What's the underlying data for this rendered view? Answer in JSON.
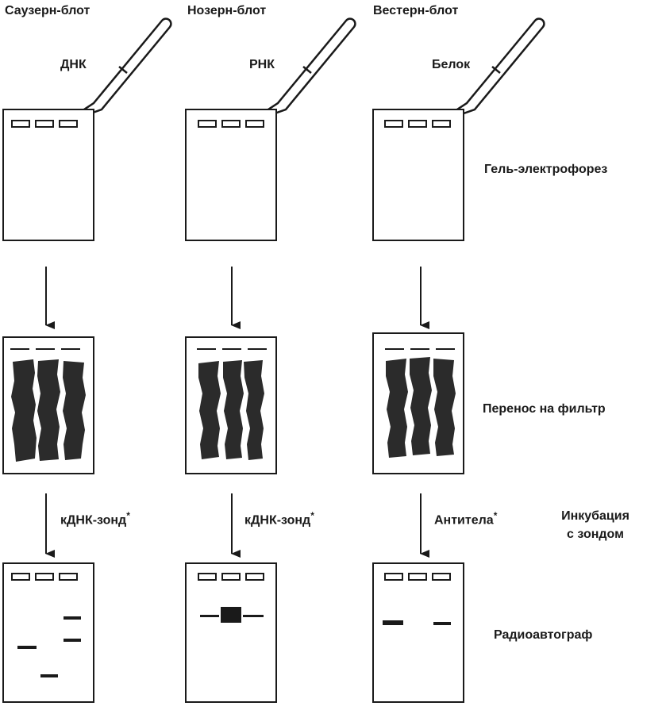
{
  "columns": [
    {
      "method": "Саузерн-блот",
      "sample": "ДНК",
      "probe": "кДНК-зонд"
    },
    {
      "method": "Нозерн-блот",
      "sample": "РНК",
      "probe": "кДНК-зонд"
    },
    {
      "method": "Вестерн-блот",
      "sample": "Белок",
      "probe": "Антитела"
    }
  ],
  "probe_mark": "*",
  "steps": {
    "electrophoresis": "Гель-электрофорез",
    "transfer": "Перенос на фильтр",
    "incubation": [
      "Инкубация",
      "с зондом"
    ],
    "autoradiograph": "Радиоавтограф"
  },
  "colors": {
    "ink": "#1a1a1a",
    "paper": "#ffffff",
    "smear": "#2b2b2b"
  }
}
